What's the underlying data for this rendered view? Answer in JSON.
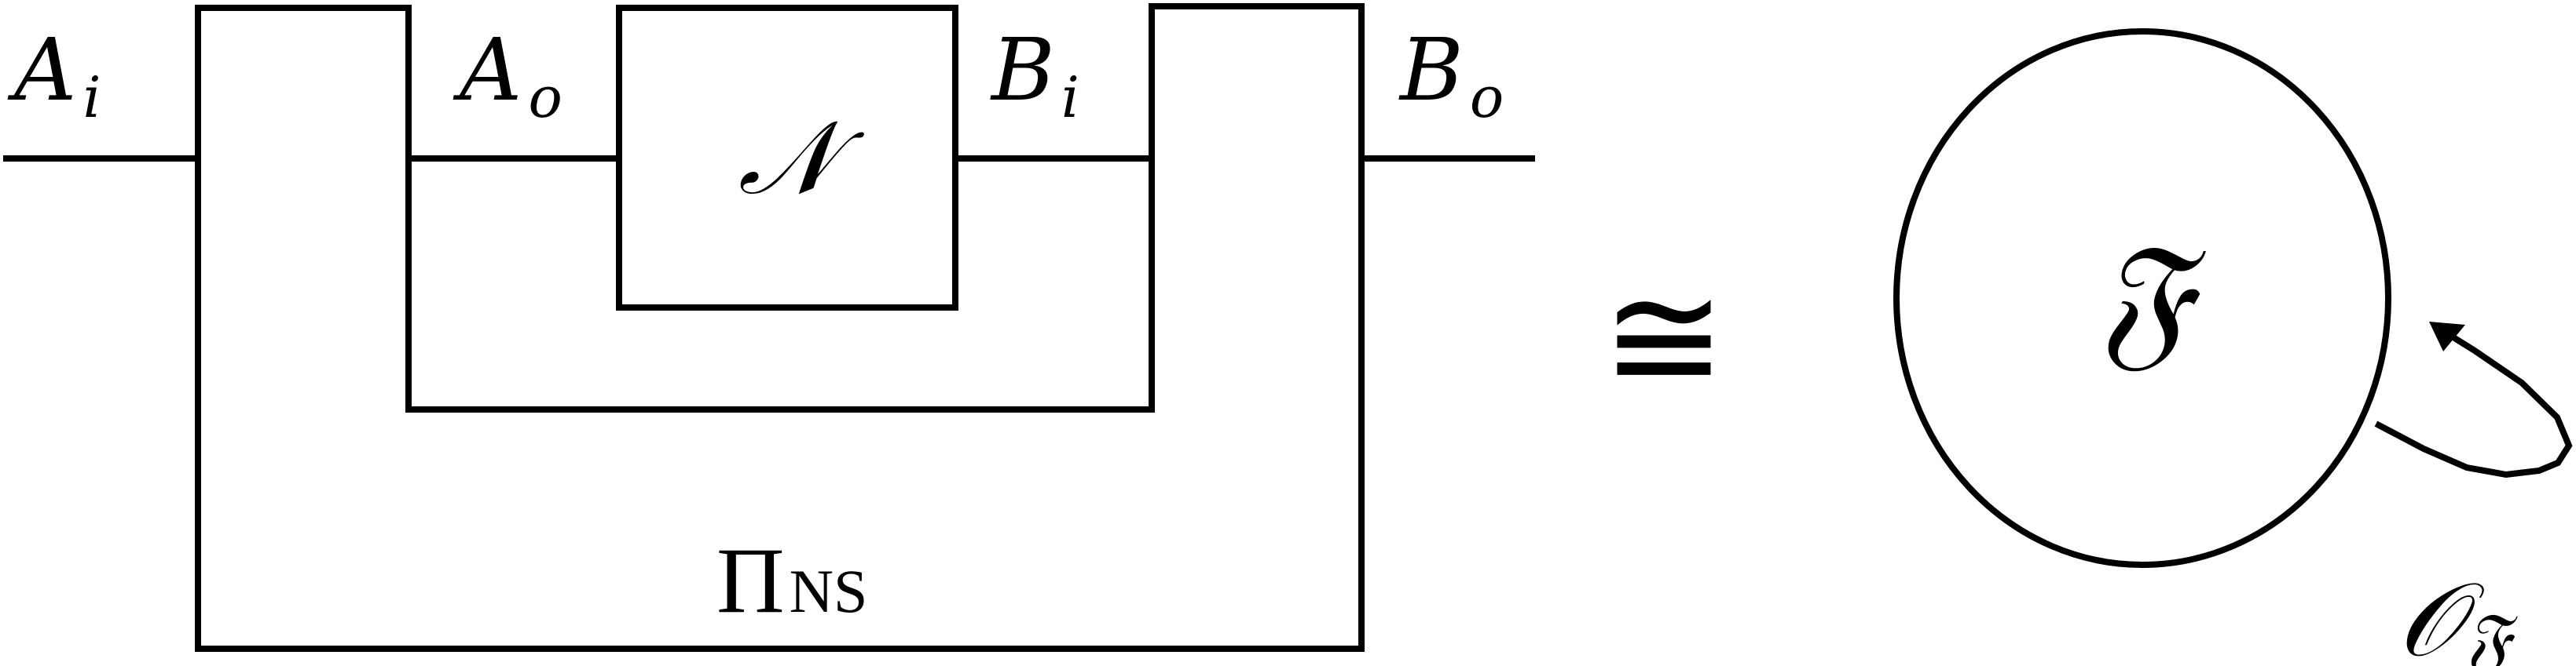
{
  "diagram": {
    "wire_labels": {
      "a_in": {
        "main": "A",
        "sub": "i"
      },
      "a_out": {
        "main": "A",
        "sub": "o"
      },
      "b_in": {
        "main": "B",
        "sub": "i"
      },
      "b_out": {
        "main": "B",
        "sub": "o"
      }
    },
    "channel_label": "𝒩",
    "comb_label": {
      "main": "Π",
      "sub": "NS"
    },
    "equivalence_symbol": "≅",
    "node_label": "𝔉",
    "loop_label": {
      "main": "𝒪",
      "sub": "𝔉"
    }
  }
}
